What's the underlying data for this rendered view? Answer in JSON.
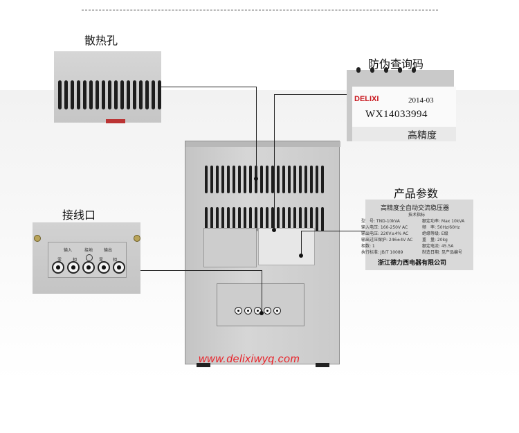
{
  "callouts": {
    "vent": "散热孔",
    "antifake": "防伪查询码",
    "params": "产品参数",
    "terminal": "接线口"
  },
  "label_sticker": {
    "brand": "DELIXI",
    "date": "2014-03",
    "serial": "WX14033994",
    "spec_fragment": "高精度"
  },
  "nameplate": {
    "title": "高精度全自动交流稳压器",
    "subtitle": "技术指标",
    "left_rows": [
      "型　号: TND-10kVA",
      "输入电压: 160-250V AC",
      "输出电压: 220V±4% AC",
      "输出过压保护: 246±4V AC",
      "相数: 1",
      "执行标准: JB/T 10089"
    ],
    "right_rows": [
      "额定功率: Max 10kVA",
      "频　率: 50Hz/60Hz",
      "绝缘等级: E级",
      "重　量: 20kg",
      "额定电流: 45.5A",
      "制造日期: 见产品编号"
    ],
    "maker": "浙江德力西电器有限公司"
  },
  "terminal_panel": {
    "input": "输入",
    "ground": "接地",
    "output": "输出",
    "zero": "零",
    "phase": "相"
  },
  "website": "www.delixiwyq.com",
  "colors": {
    "website": "#e8232a",
    "brand_red": "#c8161d"
  }
}
